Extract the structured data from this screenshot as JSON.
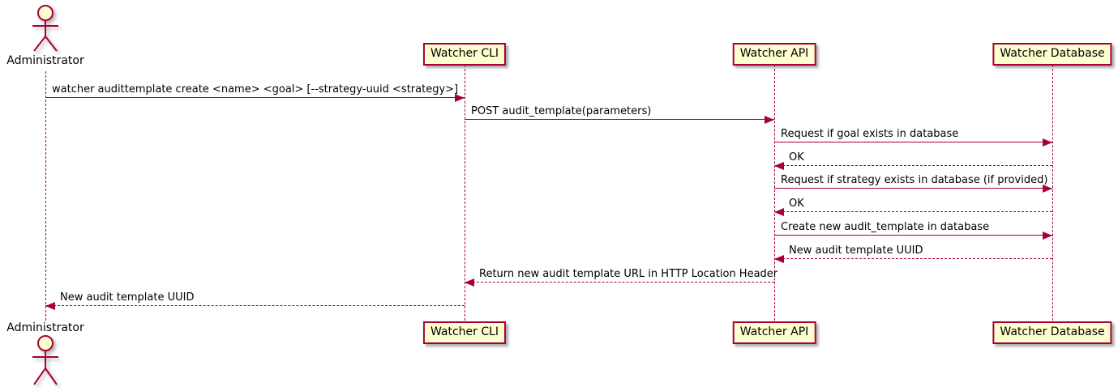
{
  "diagram": {
    "type": "sequence-diagram",
    "participants": [
      {
        "label": "Administrator",
        "kind": "actor"
      },
      {
        "label": "Watcher CLI",
        "kind": "participant"
      },
      {
        "label": "Watcher API",
        "kind": "participant"
      },
      {
        "label": "Watcher Database",
        "kind": "participant"
      }
    ],
    "messages": [
      {
        "from": "Administrator",
        "to": "Watcher CLI",
        "line": "solid",
        "text": "watcher audittemplate create <name> <goal> [--strategy-uuid <strategy>]"
      },
      {
        "from": "Watcher CLI",
        "to": "Watcher API",
        "line": "solid",
        "text": "POST audit_template(parameters)"
      },
      {
        "from": "Watcher API",
        "to": "Watcher Database",
        "line": "solid",
        "text": "Request if goal exists in database"
      },
      {
        "from": "Watcher Database",
        "to": "Watcher API",
        "line": "dashed",
        "text": "OK"
      },
      {
        "from": "Watcher API",
        "to": "Watcher Database",
        "line": "solid",
        "text": "Request if strategy exists in database (if provided)"
      },
      {
        "from": "Watcher Database",
        "to": "Watcher API",
        "line": "dashed",
        "text": "OK"
      },
      {
        "from": "Watcher API",
        "to": "Watcher Database",
        "line": "solid",
        "text": "Create new audit_template in database"
      },
      {
        "from": "Watcher Database",
        "to": "Watcher API",
        "line": "dashed",
        "text": "New audit template UUID"
      },
      {
        "from": "Watcher API",
        "to": "Watcher CLI",
        "line": "dashed",
        "text": "Return new audit template URL in HTTP Location Header"
      },
      {
        "from": "Watcher CLI",
        "to": "Administrator",
        "line": "dashed",
        "text": "New audit template UUID"
      }
    ],
    "colors": {
      "shape_border": "#A80036",
      "shape_fill": "#FEFECE",
      "arrow": "#A80036",
      "text": "#000000",
      "background": "#FFFFFF"
    }
  }
}
